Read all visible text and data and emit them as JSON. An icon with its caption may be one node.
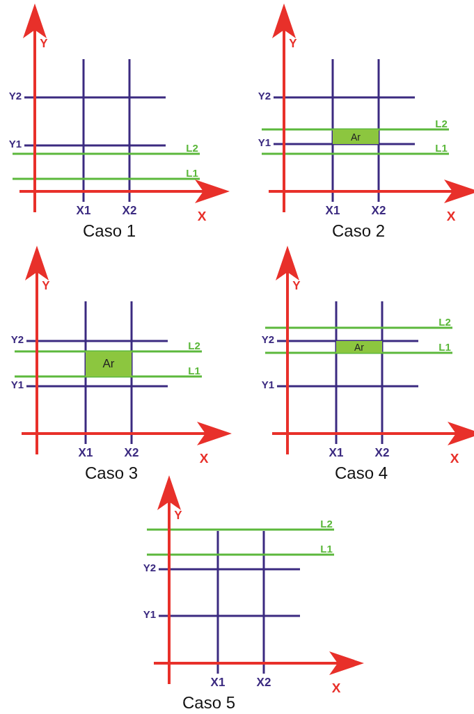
{
  "diagram": {
    "nodes": [
      {
        "text": [
          "Ar"
        ]
      },
      {
        "text": [
          "Ar"
        ]
      },
      {
        "text": [
          "Ar"
        ]
      }
    ],
    "labels": [
      "Y",
      "Y2",
      "Y1",
      "L2",
      "L1",
      "X1",
      "X2",
      "X",
      "Caso 1",
      "Y",
      "Y2",
      "Y1",
      "L2",
      "L1",
      "X1",
      "X2",
      "X",
      "Caso 2",
      "Y",
      "Y2",
      "Y1",
      "L2",
      "L1",
      "X1",
      "X2",
      "X",
      "Caso 3",
      "Y",
      "Y2",
      "Y1",
      "L2",
      "L1",
      "X1",
      "X2",
      "X",
      "Caso 4",
      "Y",
      "Y2",
      "Y1",
      "L2",
      "L1",
      "X1",
      "X2",
      "X",
      "Caso 5"
    ]
  }
}
